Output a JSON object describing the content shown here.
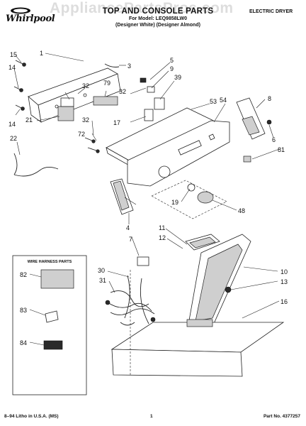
{
  "header": {
    "brand": "Whirlpool",
    "title": "TOP AND CONSOLE PARTS",
    "subtitle": "For Model: LEQ9858LW0",
    "variants": "(Designer White) (Designer Almond)",
    "doc_type": "ELECTRIC DRYER",
    "watermark": "AppliancePartsPros.com"
  },
  "callouts": {
    "c1": "1",
    "c3": "3",
    "c4": "4",
    "c5": "5",
    "c6": "6",
    "c7": "7",
    "c8": "8",
    "c9": "9",
    "c10": "10",
    "c11": "11",
    "c12": "12",
    "c13": "13",
    "c14a": "14",
    "c14b": "14",
    "c15": "15",
    "c16": "16",
    "c17": "17",
    "c19": "19",
    "c21": "21",
    "c22": "22",
    "c30": "30",
    "c31": "31",
    "c32a": "32",
    "c32b": "32",
    "c32c": "32",
    "c39": "39",
    "c48": "48",
    "c53": "53",
    "c54": "54",
    "c72": "72",
    "c79": "79",
    "c81": "81",
    "c82": "82",
    "c83": "83",
    "c84": "84"
  },
  "kit_box": {
    "title": "WIRE HARNESS PARTS"
  },
  "footer": {
    "left": "8–94 Litho in U.S.A. (MS)",
    "page": "1",
    "part_no": "Part No. 4377257"
  },
  "colors": {
    "ink": "#111111",
    "paper": "#ffffff",
    "watermark": "#969696"
  }
}
